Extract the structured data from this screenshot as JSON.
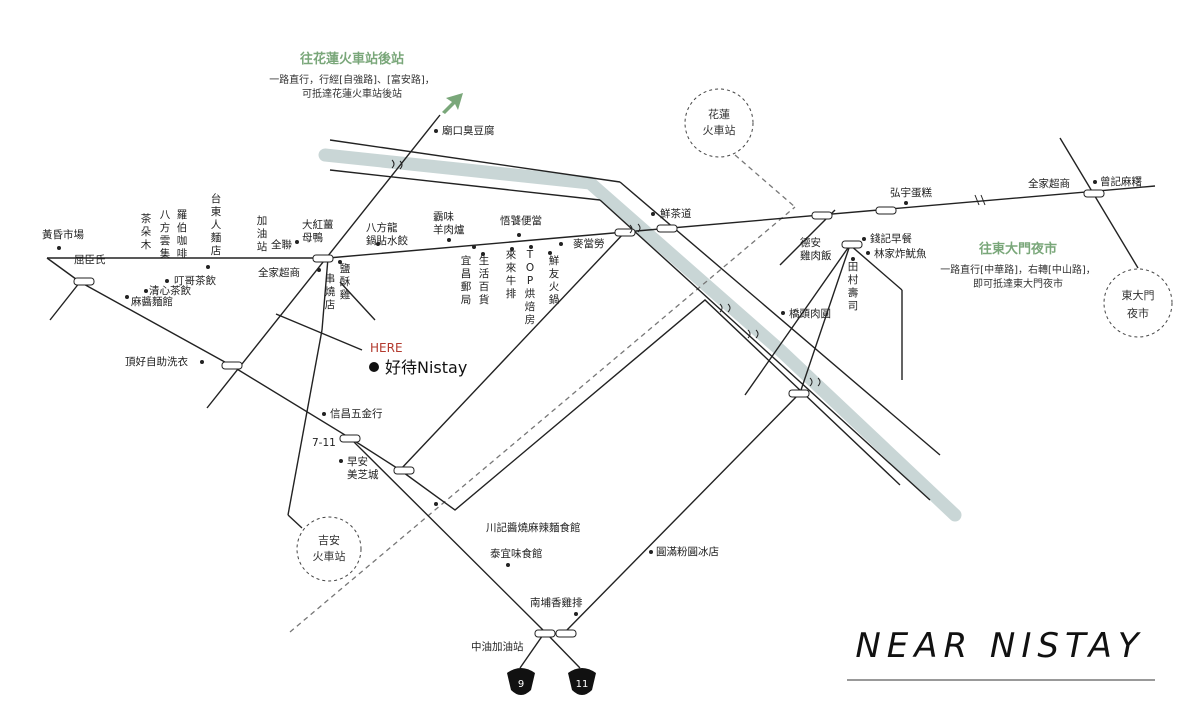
{
  "north": {
    "title": "往花蓮火車站後站",
    "line1": "一路直行，行經[自強路]、[富安路]，",
    "line2": "可抵達花蓮火車站後站"
  },
  "east": {
    "title": "往東大門夜市",
    "line1": "一路直行[中華路]，右轉[中山路]，",
    "line2": "即可抵達東大門夜市"
  },
  "stations": {
    "hualien": [
      "花蓮",
      "火車站"
    ],
    "jian": [
      "吉安",
      "火車站"
    ],
    "dongdamen": [
      "東大門",
      "夜市"
    ]
  },
  "here": "HERE",
  "nistay": "好待Nistay",
  "title": "NEAR NISTAY",
  "routes": {
    "r9": "9",
    "r11": "11"
  },
  "places": {
    "miaokou": "廟口臭豆腐",
    "huanghun": "黃昏市場",
    "quchen": "屈臣氏",
    "chaduomu": "茶朵木",
    "bafang_yunji": "八方雲集",
    "luobo": "羅伯咖啡",
    "taidong": "台東人麵店",
    "qingxin": "清心茶飲",
    "dingge": "叮哥茶飲",
    "majiang": "麻醬麵館",
    "jiayou": "加油站",
    "quanlian": "全聯",
    "dahong": "大紅薑母鴨",
    "quanjia1": "全家超商",
    "bafang_long": "八方龍鍋貼水餃",
    "chuanshao": "串燒店",
    "yansu": "鹽酥雞",
    "bawei": "霸味羊肉爐",
    "yichang": "宜昌郵局",
    "shenghuo": "生活百貨",
    "wuxiang": "悟饕便當",
    "laili": "來來牛排",
    "top": "TOP烘焙房",
    "xianyou": "鮮友火鍋",
    "maidanglao": "麥當勞",
    "xiancha": "鮮茶道",
    "hongyu": "弘宇蛋糕",
    "quanjia2": "全家超商",
    "zengji": "曾記麻糬",
    "dean": "德安雞肉飯",
    "qianji": "錢記早餐",
    "lin": "林家炸魷魚",
    "tiancun": "田村壽司",
    "qiaotou": "橋頭肉圓",
    "dinghao": "頂好自助洗衣",
    "xinchang": "信昌五金行",
    "seven": "7-11",
    "zaoan": "早安美芝城",
    "chuanji": "川記醬燒麻辣麵食館",
    "taiyi": "泰宜味食館",
    "yuanman": "圓滿粉圓冰店",
    "nanpu": "南埔香雞排",
    "zhongyou": "中油加油站"
  },
  "colors": {
    "river": "#c9d6d6",
    "accent": "#7aa77a",
    "here": "#b33a2e"
  }
}
